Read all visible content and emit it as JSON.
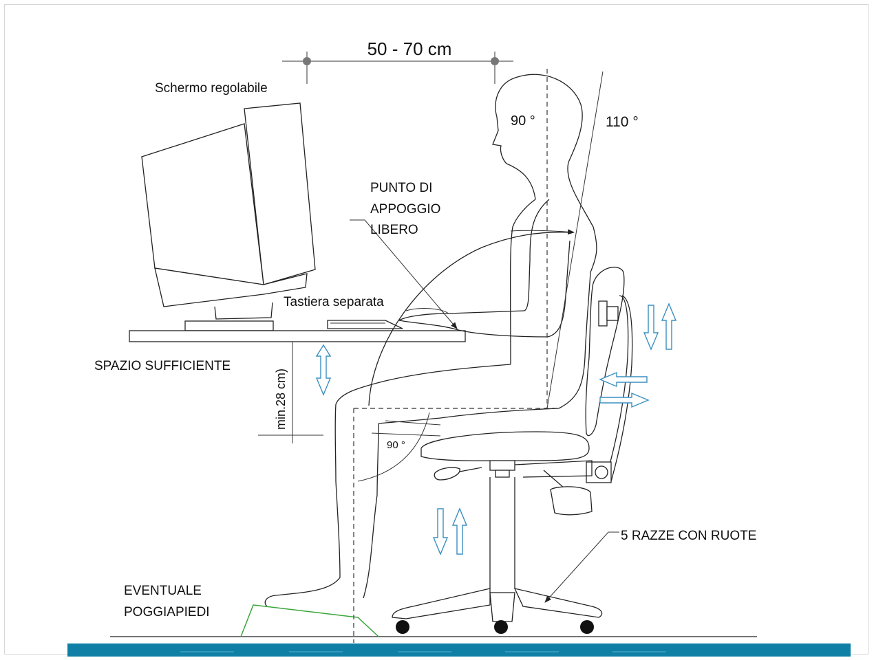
{
  "labels": {
    "distance": "50 - 70 cm",
    "screen": "Schermo regolabile",
    "angle_head": "90 °",
    "angle_back": "110 °",
    "support_1": "PUNTO DI",
    "support_2": "APPOGGIO",
    "support_3": "LIBERO",
    "keyboard": "Tastiera separata",
    "space": "SPAZIO SUFFICIENTE",
    "legroom": "min.28 cm)",
    "angle_knee": "90 °",
    "wheels": "5 RAZZE CON RUOTE",
    "footrest_1": "EVENTUALE",
    "footrest_2": "POGGIAPIEDI"
  },
  "colors": {
    "line": "#222222",
    "adjust_arrows": "#3a8fc0",
    "floor": "#0f7fa6",
    "footrest": "#3aa63a"
  }
}
